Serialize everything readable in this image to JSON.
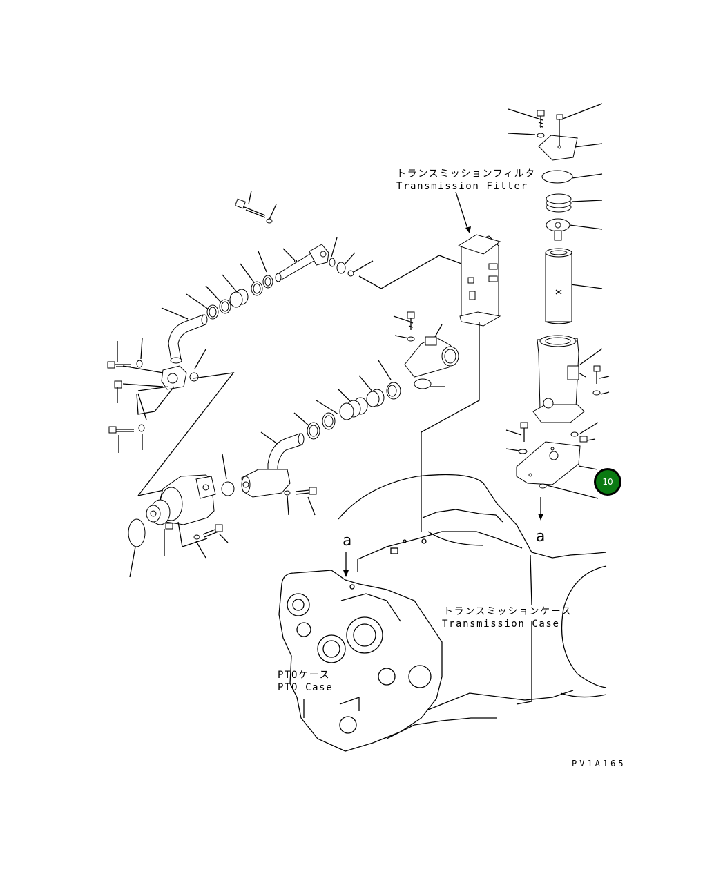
{
  "labels": {
    "filter_jp": "トランスミッションフィルタ",
    "filter_en": "Transmission Filter",
    "case_jp": "トランスミッションケース",
    "case_en": "Transmission Case",
    "pto_jp": "PTOケース",
    "pto_en": "PTO Case",
    "ref_a_left": "a",
    "ref_a_right": "a",
    "drawing_code": "PV1A165"
  },
  "callouts": [
    {
      "number": "10",
      "color": "#0a7a12",
      "state": "highlighted"
    }
  ],
  "colors": {
    "line": "#000000",
    "background": "#ffffff",
    "badge": "#0a7a12"
  }
}
